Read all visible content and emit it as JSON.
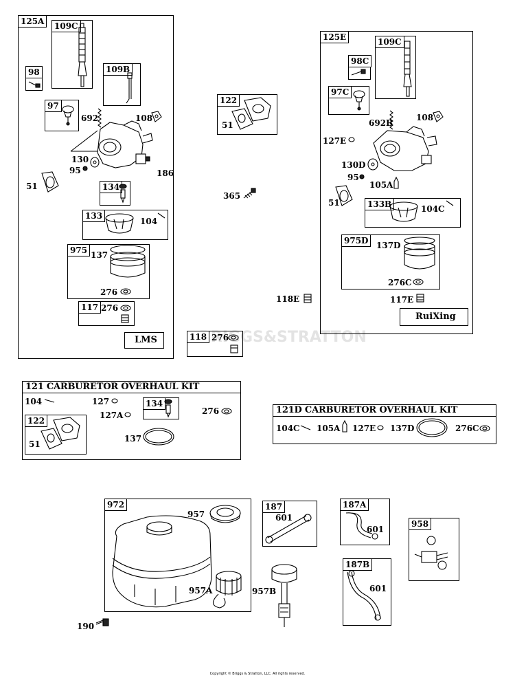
{
  "watermark": "BRIGGS&STRATTON",
  "copyright": "Copyright © Briggs & Stratton, LLC. All rights reserved.",
  "group_125A": {
    "tag": "125A",
    "sub_109C": "109C",
    "sub_98": "98",
    "sub_109B": "109B",
    "sub_97": "97",
    "l692": "692",
    "l108": "108",
    "l130": "130",
    "l95": "95",
    "l186": "186",
    "l51": "51",
    "sub_134": "134",
    "sub_133": "133",
    "l104": "104",
    "sub_975": "975",
    "l137": "137",
    "l276a": "276",
    "sub_117": "117",
    "l276b": "276",
    "brand": "LMS"
  },
  "group_122": {
    "tag": "122",
    "l51": "51"
  },
  "l365": "365",
  "group_118": {
    "tag": "118",
    "l276": "276"
  },
  "group_125E": {
    "tag": "125E",
    "sub_109C": "109C",
    "sub_98C": "98C",
    "sub_97C": "97C",
    "l692B": "692B",
    "l108": "108",
    "l127E": "127E",
    "l130D": "130D",
    "l95": "95",
    "l105A": "105A",
    "l51": "51",
    "sub_133B": "133B",
    "l104C": "104C",
    "sub_975D": "975D",
    "l137D": "137D",
    "l276C": "276C",
    "l117E": "117E",
    "brand": "RuiXing"
  },
  "l118E": "118E",
  "kit_121": {
    "title": "121 CARBURETOR OVERHAUL KIT",
    "l104": "104",
    "l127": "127",
    "l127A": "127A",
    "sub_134": "134",
    "l276": "276",
    "sub_122": "122",
    "l51": "51",
    "l137": "137"
  },
  "kit_121D": {
    "title": "121D CARBURETOR OVERHAUL KIT",
    "l104C": "104C",
    "l105A": "105A",
    "l127E": "127E",
    "l137D": "137D",
    "l276C": "276C"
  },
  "group_972": {
    "tag": "972",
    "l957": "957",
    "l957A": "957A"
  },
  "l957B": "957B",
  "l190": "190",
  "group_187": {
    "tag": "187",
    "l601": "601"
  },
  "group_187A": {
    "tag": "187A",
    "l601": "601"
  },
  "group_187B": {
    "tag": "187B",
    "l601": "601"
  },
  "group_958": {
    "tag": "958"
  }
}
